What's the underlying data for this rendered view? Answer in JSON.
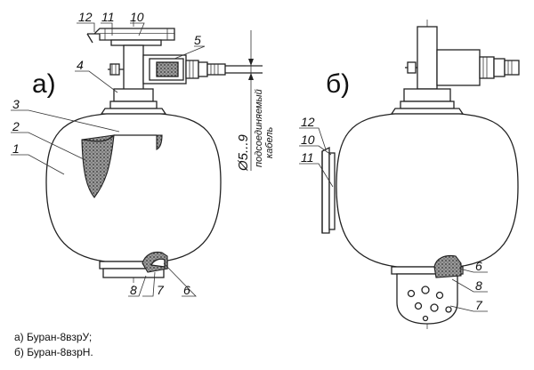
{
  "figure_a": {
    "label": "а)",
    "callouts": [
      "1",
      "2",
      "3",
      "4",
      "5",
      "6",
      "7",
      "8",
      "10",
      "11",
      "12"
    ],
    "dimension": "Ø5...9",
    "cable_note": [
      "подсоединяемый",
      "кабель"
    ]
  },
  "figure_b": {
    "label": "б)",
    "callouts": [
      "6",
      "7",
      "8",
      "10",
      "11",
      "12"
    ]
  },
  "caption": {
    "line_a": "а) Буран-8взрУ;",
    "line_b": "б) Буран-8взрН."
  }
}
